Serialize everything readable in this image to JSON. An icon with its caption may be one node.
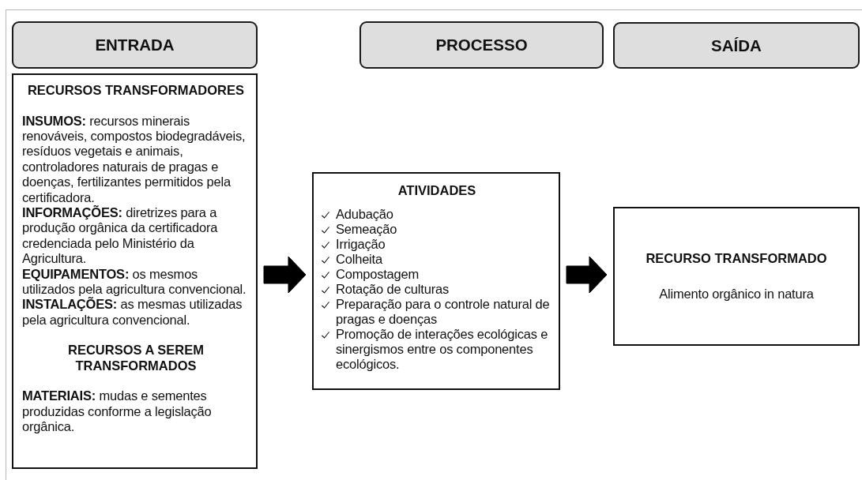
{
  "diagram": {
    "nodes": [
      {
        "text": [
          "ENTRADA"
        ]
      },
      {
        "text": [
          "PROCESSO"
        ]
      },
      {
        "text": [
          "SAÍDA"
        ]
      },
      {
        "text": [
          "RECURSOS TRANSFORMADORES",
          "**INSUMOS:** recursos minerais renováveis, compostos biodegradáveis, resíduos vegetais e animais, controladores naturais de pragas e doenças, fertilizantes permitidos pela certificadora.",
          "**INFORMAÇÕES:** diretrizes para a produção orgânica da certificadora credenciada pelo Ministério da Agricultura.",
          "**EQUIPAMENTOS:** os mesmos utilizados pela agricultura convencional.",
          "**INSTALAÇÕES:** as mesmas utilizadas pela agricultura convencional.",
          "RECURSOS A SEREM TRANSFORMADOS",
          "**MATERIAIS:** mudas e sementes produzidas conforme a legislação orgânica."
        ]
      },
      {
        "text": [
          "ATIVIDADES",
          "Adubação",
          "Semeação",
          "Irrigação",
          "Colheita",
          "Compostagem",
          "Rotação de culturas",
          "Preparação para o controle natural de pragas e doenças",
          "Promoção de interações ecológicas e sinergismos entre os componentes ecológicos."
        ]
      },
      {
        "text": [
          "RECURSO TRANSFORMADO",
          "Alimento orgânico in natura"
        ]
      }
    ],
    "edges": [
      {
        "from": 3,
        "to": 4,
        "arrow": "to",
        "style": "thick"
      },
      {
        "from": 4,
        "to": 5,
        "arrow": "to",
        "style": "thick"
      }
    ]
  }
}
